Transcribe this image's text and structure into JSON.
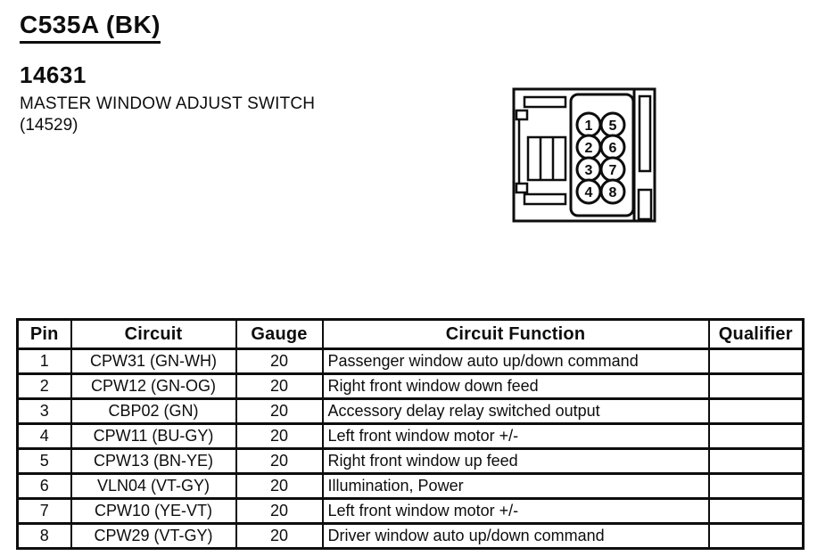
{
  "header": {
    "connector_id": "C535A (BK)",
    "part_number": "14631",
    "component_name": "MASTER WINDOW ADJUST SWITCH",
    "component_ref": "(14529)"
  },
  "connector": {
    "description": "8-pin connector face view, pins numbered 1-4 left column and 5-8 right column",
    "pins": [
      "1",
      "2",
      "3",
      "4",
      "5",
      "6",
      "7",
      "8"
    ]
  },
  "table": {
    "headers": [
      "Pin",
      "Circuit",
      "Gauge",
      "Circuit Function",
      "Qualifier"
    ],
    "rows": [
      {
        "pin": "1",
        "circuit": "CPW31 (GN-WH)",
        "gauge": "20",
        "function": "Passenger window auto up/down command",
        "qualifier": ""
      },
      {
        "pin": "2",
        "circuit": "CPW12 (GN-OG)",
        "gauge": "20",
        "function": "Right front window down feed",
        "qualifier": ""
      },
      {
        "pin": "3",
        "circuit": "CBP02 (GN)",
        "gauge": "20",
        "function": "Accessory delay relay switched output",
        "qualifier": ""
      },
      {
        "pin": "4",
        "circuit": "CPW11 (BU-GY)",
        "gauge": "20",
        "function": "Left front window motor +/-",
        "qualifier": ""
      },
      {
        "pin": "5",
        "circuit": "CPW13 (BN-YE)",
        "gauge": "20",
        "function": "Right front window up feed",
        "qualifier": ""
      },
      {
        "pin": "6",
        "circuit": "VLN04 (VT-GY)",
        "gauge": "20",
        "function": "Illumination, Power",
        "qualifier": ""
      },
      {
        "pin": "7",
        "circuit": "CPW10 (YE-VT)",
        "gauge": "20",
        "function": "Left front window motor +/-",
        "qualifier": ""
      },
      {
        "pin": "8",
        "circuit": "CPW29 (VT-GY)",
        "gauge": "20",
        "function": "Driver window auto up/down command",
        "qualifier": ""
      }
    ]
  },
  "colors": {
    "ink": "#0d0d0d",
    "paper": "#ffffff"
  }
}
